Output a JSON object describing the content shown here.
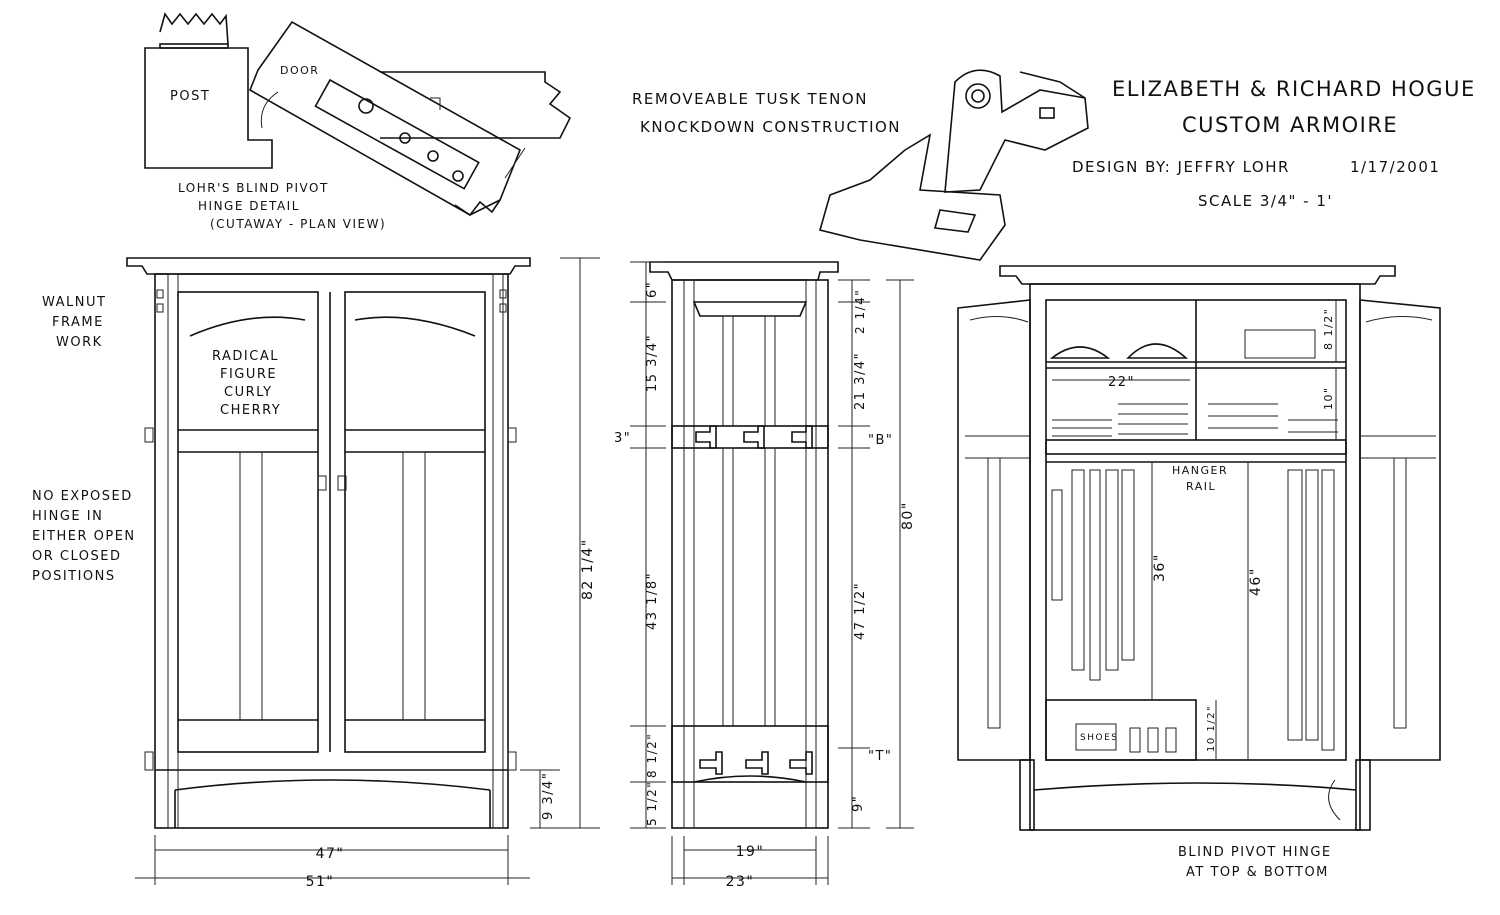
{
  "title": {
    "client": "ELIZABETH & RICHARD HOGUE",
    "project": "CUSTOM ARMOIRE",
    "designer": "DESIGN BY: JEFFRY LOHR",
    "date": "1/17/2001",
    "scale": "SCALE 3/4\" - 1'"
  },
  "hinge_detail": {
    "post_label": "POST",
    "door_label": "DOOR",
    "caption_1": "LOHR'S BLIND PIVOT",
    "caption_2": "HINGE DETAIL",
    "caption_3": "(CUTAWAY - PLAN VIEW)"
  },
  "tenon_detail": {
    "caption_1": "REMOVEABLE TUSK TENON",
    "caption_2": "KNOCKDOWN CONSTRUCTION"
  },
  "front_view": {
    "note_walnut": [
      "WALNUT",
      "FRAME",
      "WORK"
    ],
    "note_cherry": [
      "RADICAL",
      "FIGURE",
      "CURLY",
      "CHERRY"
    ],
    "note_hinge": [
      "NO EXPOSED",
      "HINGE IN",
      "EITHER OPEN",
      "OR CLOSED",
      "POSITIONS"
    ],
    "dim_height": "82 1/4\"",
    "dim_base": "9 3/4\"",
    "dim_inner_width": "47\"",
    "dim_outer_width": "51\""
  },
  "side_view": {
    "dim_top": "6\"",
    "dim_upper_panel": "15 3/4\"",
    "dim_rail": "3\"",
    "dim_lower_panel": "43 1/8\"",
    "dim_bottom_rail": "8 1/2\"",
    "dim_foot": "5 1/2\"",
    "dim_r_top": "2 1/4\"",
    "dim_r_upper": "21 3/4\"",
    "dim_r_rail_label": "\"B\"",
    "dim_r_lower": "47 1/2\"",
    "dim_r_base": "9\"",
    "dim_r_base_label": "\"T\"",
    "dim_total": "80\"",
    "dim_inner_width": "19\"",
    "dim_outer_width": "23\""
  },
  "open_view": {
    "dim_shelf_width": "22\"",
    "dim_top_shelf": "8 1/2\"",
    "dim_shelf_gap": "10\"",
    "hanger_label": [
      "HANGER",
      "RAIL"
    ],
    "dim_hang_left": "36\"",
    "dim_hang_right": "46\"",
    "dim_shoe_shelf": "10 1/2\"",
    "shoes_label": "SHOES",
    "note_pivot": [
      "BLIND PIVOT HINGE",
      "AT TOP & BOTTOM"
    ]
  }
}
